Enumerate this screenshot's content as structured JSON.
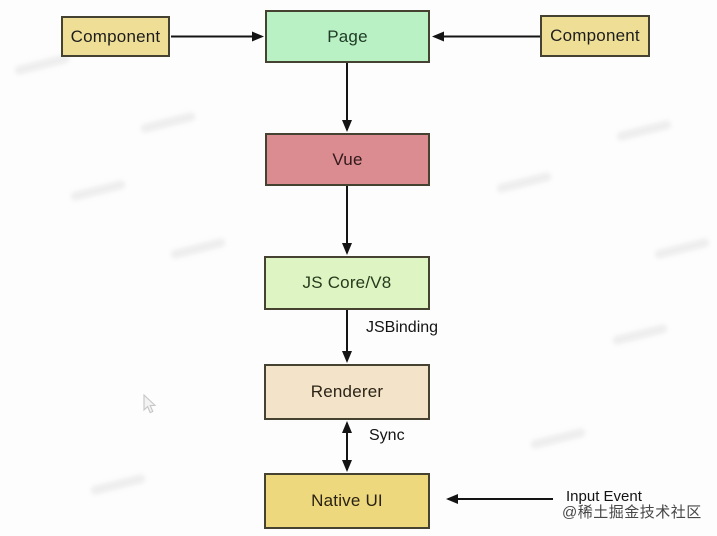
{
  "diagram": {
    "nodes": {
      "component_left": {
        "label": "Component",
        "fill": "#efdf96"
      },
      "component_right": {
        "label": "Component",
        "fill": "#efdf96"
      },
      "page": {
        "label": "Page",
        "fill": "#b9f1c5"
      },
      "vue": {
        "label": "Vue",
        "fill": "#da8c90"
      },
      "js_core": {
        "label": "JS Core/V8",
        "fill": "#def5c3"
      },
      "renderer": {
        "label": "Renderer",
        "fill": "#f2e3c9"
      },
      "native_ui": {
        "label": "Native UI",
        "fill": "#eed87d"
      }
    },
    "edge_labels": {
      "js_binding": "JSBinding",
      "sync": "Sync",
      "input_event": "Input Event"
    },
    "edges": [
      "component_left -> page",
      "component_right -> page",
      "page -> vue",
      "vue -> js_core",
      "js_core -> renderer (JSBinding)",
      "renderer <-> native_ui (Sync)",
      "input_event -> native_ui"
    ],
    "arrow_color": "#141414",
    "border_color": "#454232",
    "watermark": "@稀土掘金技术社区"
  }
}
